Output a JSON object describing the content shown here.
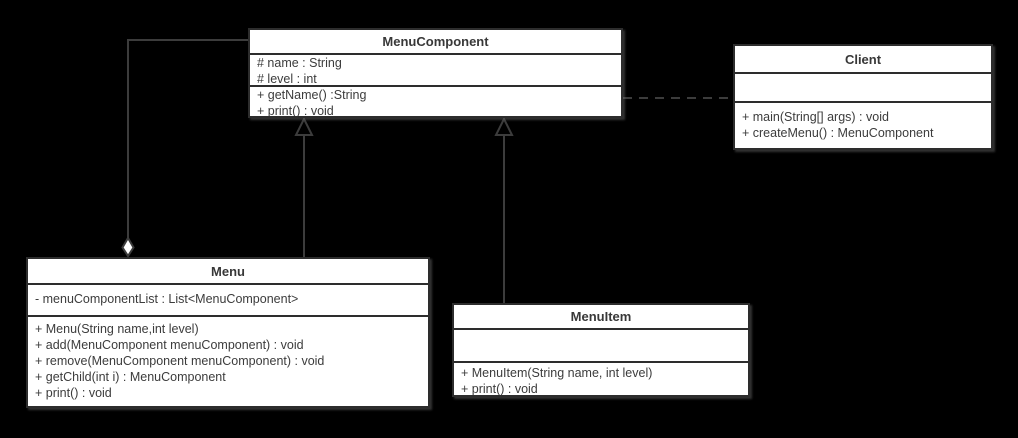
{
  "diagram": {
    "kind": "uml-class-diagram",
    "background_color": "#000000",
    "box_fill_color": "#ffffff",
    "border_color": "#2d2d2d",
    "text_color": "#3c3c3c",
    "line_color": "#3c3c3c"
  },
  "classes": {
    "menu_component": {
      "title": "MenuComponent",
      "attributes": [
        "# name : String",
        "# level : int"
      ],
      "methods": [
        "+ getName() :String",
        "+ print() : void"
      ]
    },
    "client": {
      "title": "Client",
      "attributes": [],
      "methods": [
        "+ main(String[] args) : void",
        "+ createMenu() : MenuComponent"
      ]
    },
    "menu": {
      "title": "Menu",
      "attributes": [
        "- menuComponentList : List<MenuComponent>"
      ],
      "methods": [
        "+ Menu(String name,int level)",
        "+ add(MenuComponent menuComponent) : void",
        "+ remove(MenuComponent menuComponent) : void",
        "+ getChild(int i) : MenuComponent",
        "+ print() : void"
      ]
    },
    "menu_item": {
      "title": "MenuItem",
      "attributes": [],
      "methods": [
        "+ MenuItem(String name, int level)",
        "+ print() : void"
      ]
    }
  },
  "relationships": [
    {
      "type": "aggregation",
      "from": "Menu",
      "to": "MenuComponent"
    },
    {
      "type": "generalization",
      "from": "Menu",
      "to": "MenuComponent"
    },
    {
      "type": "generalization",
      "from": "MenuItem",
      "to": "MenuComponent"
    },
    {
      "type": "dependency-dashed",
      "from": "Client",
      "to": "MenuComponent"
    }
  ]
}
